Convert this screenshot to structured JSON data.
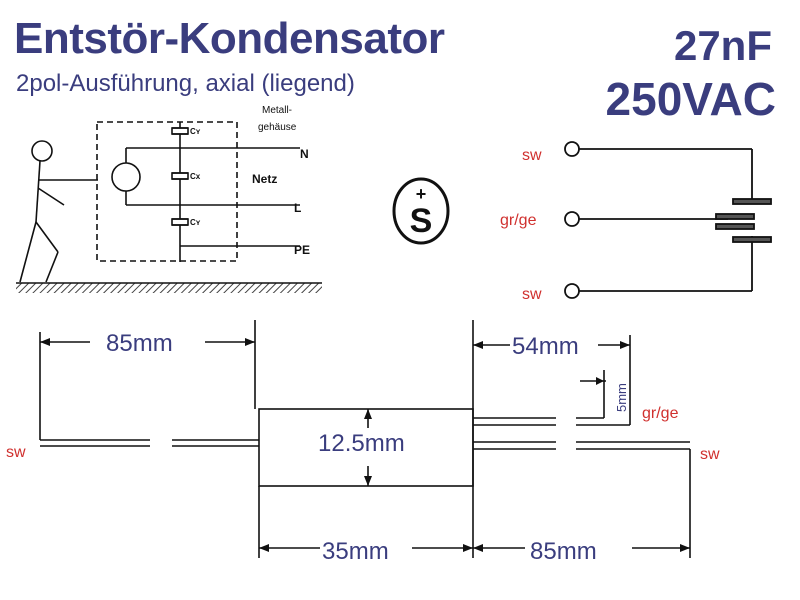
{
  "header": {
    "title": "Entstör-Kondensator",
    "subtitle": "2pol-Ausführung, axial (liegend)",
    "capacitance": "27nF",
    "voltage": "250VAC"
  },
  "circuit": {
    "housing_label_line1": "Metall-",
    "housing_label_line2": "gehäuse",
    "cap_labels": [
      "Cʏ",
      "Cx",
      "Cʏ"
    ],
    "net_label": "Netz",
    "lines": [
      "N",
      "L",
      "PE"
    ]
  },
  "symbol": {
    "plus": "+",
    "letter": "S"
  },
  "terminals": [
    "sw",
    "gr/ge",
    "sw"
  ],
  "dimensions": {
    "left_lead": "85mm",
    "right_lead_top": "54mm",
    "offset": "5mm",
    "diameter": "12.5mm",
    "body_length": "35mm",
    "right_lead_bottom": "85mm"
  },
  "wire_labels": {
    "left": "sw",
    "right_top": "gr/ge",
    "right_bottom": "sw"
  }
}
